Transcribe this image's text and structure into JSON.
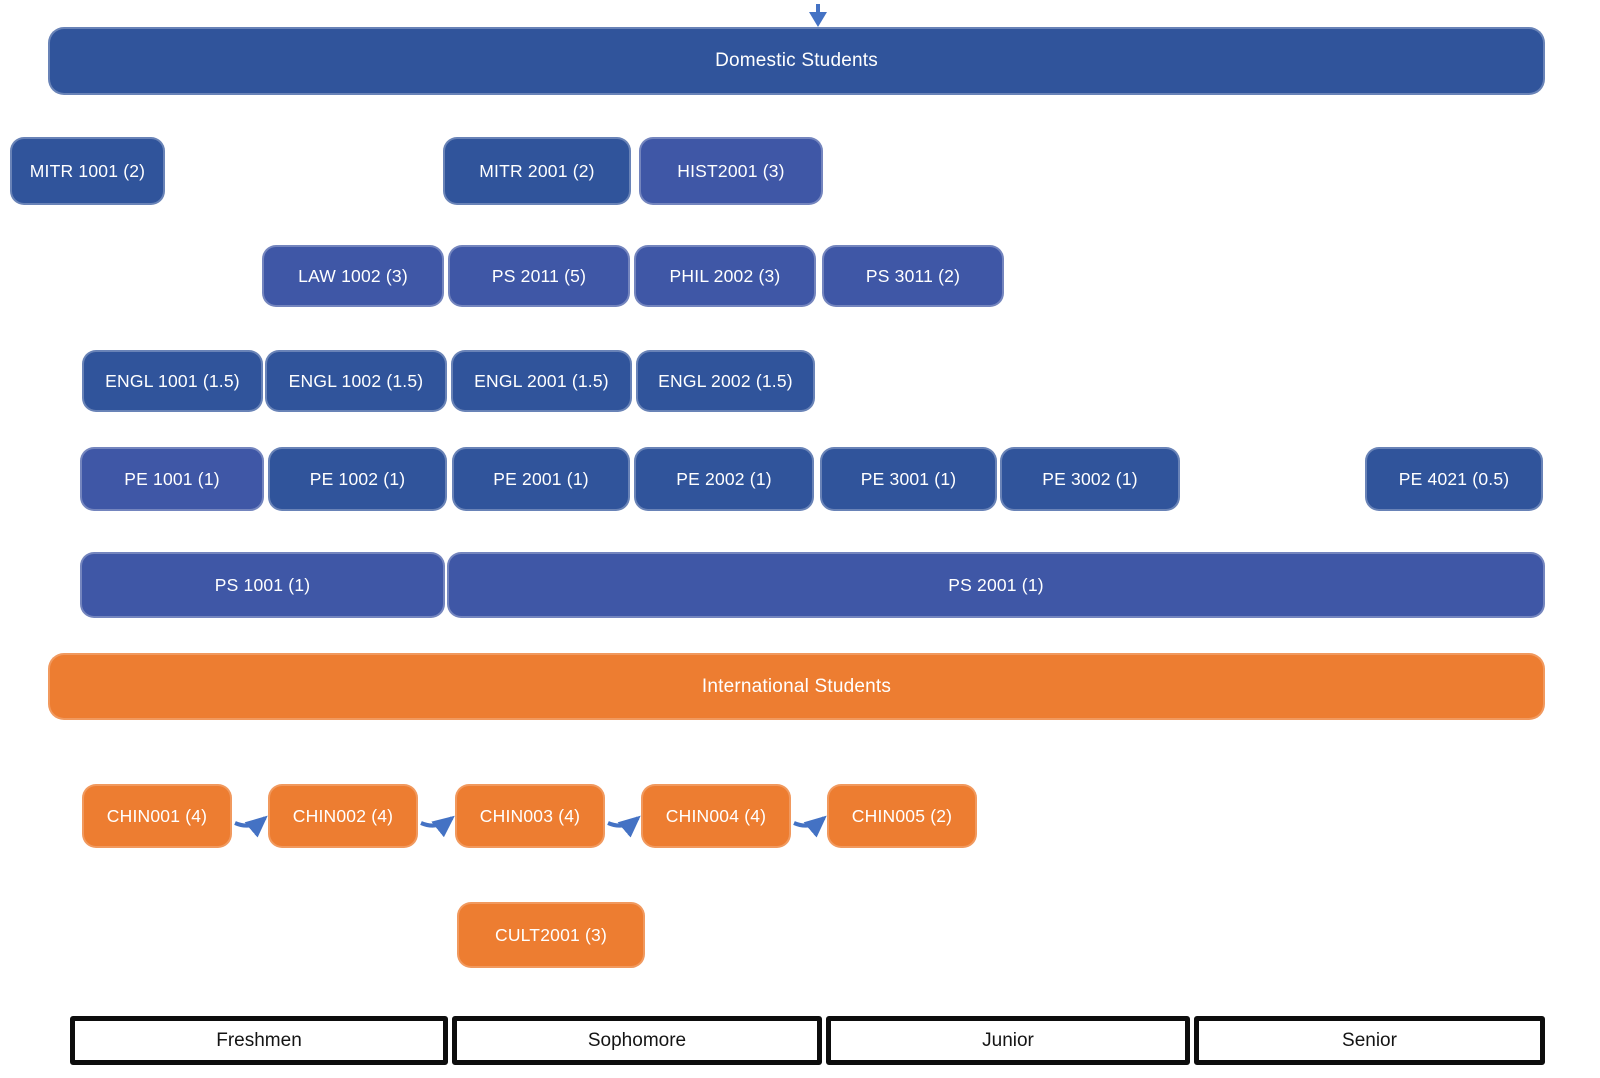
{
  "colors": {
    "dark_blue": "#30549B",
    "light_blue": "#3F57A6",
    "orange": "#ED7D31",
    "arrow_blue": "#4472C4",
    "year_border": "#0d0d0d"
  },
  "domestic": {
    "header": "Domestic Students",
    "rows": [
      {
        "courses": [
          {
            "label": "MITR 1001 (2)"
          },
          {
            "label": "MITR 2001 (2)"
          },
          {
            "label": "HIST2001 (3)"
          }
        ]
      },
      {
        "courses": [
          {
            "label": "LAW 1002 (3)"
          },
          {
            "label": "PS 2011 (5)"
          },
          {
            "label": "PHIL 2002 (3)"
          },
          {
            "label": "PS 3011 (2)"
          }
        ]
      },
      {
        "courses": [
          {
            "label": "ENGL 1001 (1.5)"
          },
          {
            "label": "ENGL 1002 (1.5)"
          },
          {
            "label": "ENGL 2001 (1.5)"
          },
          {
            "label": "ENGL 2002 (1.5)"
          }
        ]
      },
      {
        "courses": [
          {
            "label": "PE 1001 (1)"
          },
          {
            "label": "PE 1002 (1)"
          },
          {
            "label": "PE 2001 (1)"
          },
          {
            "label": "PE 2002 (1)"
          },
          {
            "label": "PE 3001 (1)"
          },
          {
            "label": "PE 3002 (1)"
          },
          {
            "label": "PE 4021 (0.5)"
          }
        ]
      },
      {
        "courses": [
          {
            "label": "PS 1001 (1)"
          },
          {
            "label": "PS 2001 (1)"
          }
        ]
      }
    ]
  },
  "international": {
    "header": "International Students",
    "chinese_sequence": [
      {
        "label": "CHIN001 (4)"
      },
      {
        "label": "CHIN002 (4)"
      },
      {
        "label": "CHIN003 (4)"
      },
      {
        "label": "CHIN004 (4)"
      },
      {
        "label": "CHIN005 (2)"
      }
    ],
    "culture_course": {
      "label": "CULT2001 (3)"
    }
  },
  "year_axis": [
    {
      "label": "Freshmen"
    },
    {
      "label": "Sophomore"
    },
    {
      "label": "Junior"
    },
    {
      "label": "Senior"
    }
  ]
}
